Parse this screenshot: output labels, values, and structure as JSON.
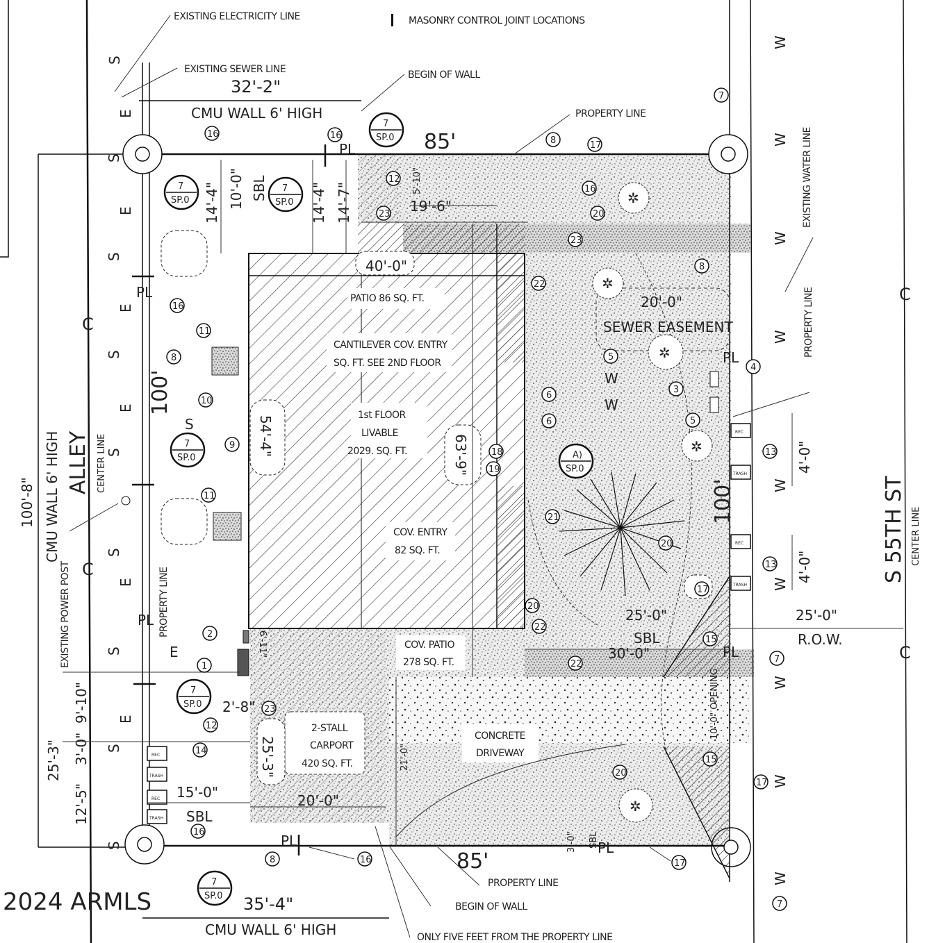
{
  "header": {
    "masonry_note": "MASONRY CONTROL JOINT LOCATIONS"
  },
  "notes": {
    "existing_electricity_line": "EXISTING ELECTRICITY LINE",
    "existing_sewer_line": "EXISTING SEWER LINE",
    "begin_of_wall_top": "BEGIN OF WALL",
    "property_line_top": "PROPERTY LINE",
    "existing_water_line": "EXISTING WATER LINE",
    "property_line_right": "PROPERTY LINE",
    "property_line_left": "PROPERTY LINE",
    "existing_power_post": "EXISTING POWER POST",
    "property_line_bottom": "PROPERTY LINE",
    "begin_of_wall_bottom": "BEGIN OF WALL",
    "only_five_feet": "ONLY FIVE FEET FROM THE PROPERTY LINE",
    "sewer_easement": "SEWER EASEMENT"
  },
  "dimensions": {
    "top_wall_len": "32'-2\"",
    "top_wall_label": "CMU WALL 6' HIGH",
    "top_width": "85'",
    "bottom_width": "85'",
    "left_depth": "100'",
    "right_depth": "100'",
    "overall_left": "100'-8\"",
    "left_wall_label": "CMU WALL 6' HIGH",
    "bottom_wall_len": "35'-4\"",
    "bottom_wall_label": "CMU WALL 6' HIGH",
    "d_10_0": "10'-0\"",
    "d_14_4a": "14'-4\"",
    "d_14_4b": "14'-4\"",
    "d_14_7": "14'-7\"",
    "d_5_10": "5'-10\"",
    "d_19_6": "19'-6\"",
    "d_40_0": "40'-0\"",
    "d_20_0_sewer": "20'-0\"",
    "d_54_4": "54'-4\"",
    "d_63_9": "63'-9\"",
    "d_4_0a": "4'-0\"",
    "d_4_0b": "4'-0\"",
    "d_25_0": "25'-0\"",
    "d_25_0_row": "25'-0\"",
    "row": "R.O.W.",
    "d_30_0": "30'-0\"",
    "d_6_11": "6'-11\"",
    "d_2_8": "2'-8\"",
    "d_25_3": "25'-3\"",
    "d_25_3_left": "25'-3\"",
    "d_9_10": "9'-10\"",
    "d_3_0": "3'-0\"",
    "d_12_5": "12'-5\"",
    "d_15_0": "15'-0\"",
    "d_20_0": "20'-0\"",
    "d_21_0": "21'-0\"",
    "d_3_0_bottom": "3'-0\"",
    "d_10_0_opening": "10'-0\" OPENING",
    "sbl": "SBL"
  },
  "areas": {
    "patio_top": "PATIO 86 SQ. FT.",
    "cantilever_1": "CANTILEVER COV. ENTRY",
    "cantilever_2": "SQ. FT. SEE 2ND FLOOR",
    "first_floor_1": "1st FLOOR",
    "first_floor_2": "LIVABLE",
    "first_floor_3": "2029. SQ. FT.",
    "cov_entry_1": "COV. ENTRY",
    "cov_entry_2": "82 SQ. FT.",
    "cov_patio_1": "COV. PATIO",
    "cov_patio_2": "278 SQ. FT.",
    "carport_1": "2-STALL",
    "carport_2": "CARPORT",
    "carport_3": "420 SQ. FT.",
    "driveway_1": "CONCRETE",
    "driveway_2": "DRIVEWAY"
  },
  "streets": {
    "alley": "ALLEY",
    "alley_center": "CENTER LINE",
    "street": "S 55TH ST",
    "street_center": "CENTER LINE"
  },
  "ref_bubbles": {
    "num": "7",
    "sheet": "SP.0",
    "a_num": "A)",
    "a_sheet": "SP.0"
  },
  "bins": {
    "rec": "REC",
    "trash": "TRASH"
  },
  "symbols": {
    "pl": "PL",
    "cl": "C",
    "s": "S",
    "e": "E",
    "w": "W"
  },
  "watermark": "2024 ARMLS"
}
